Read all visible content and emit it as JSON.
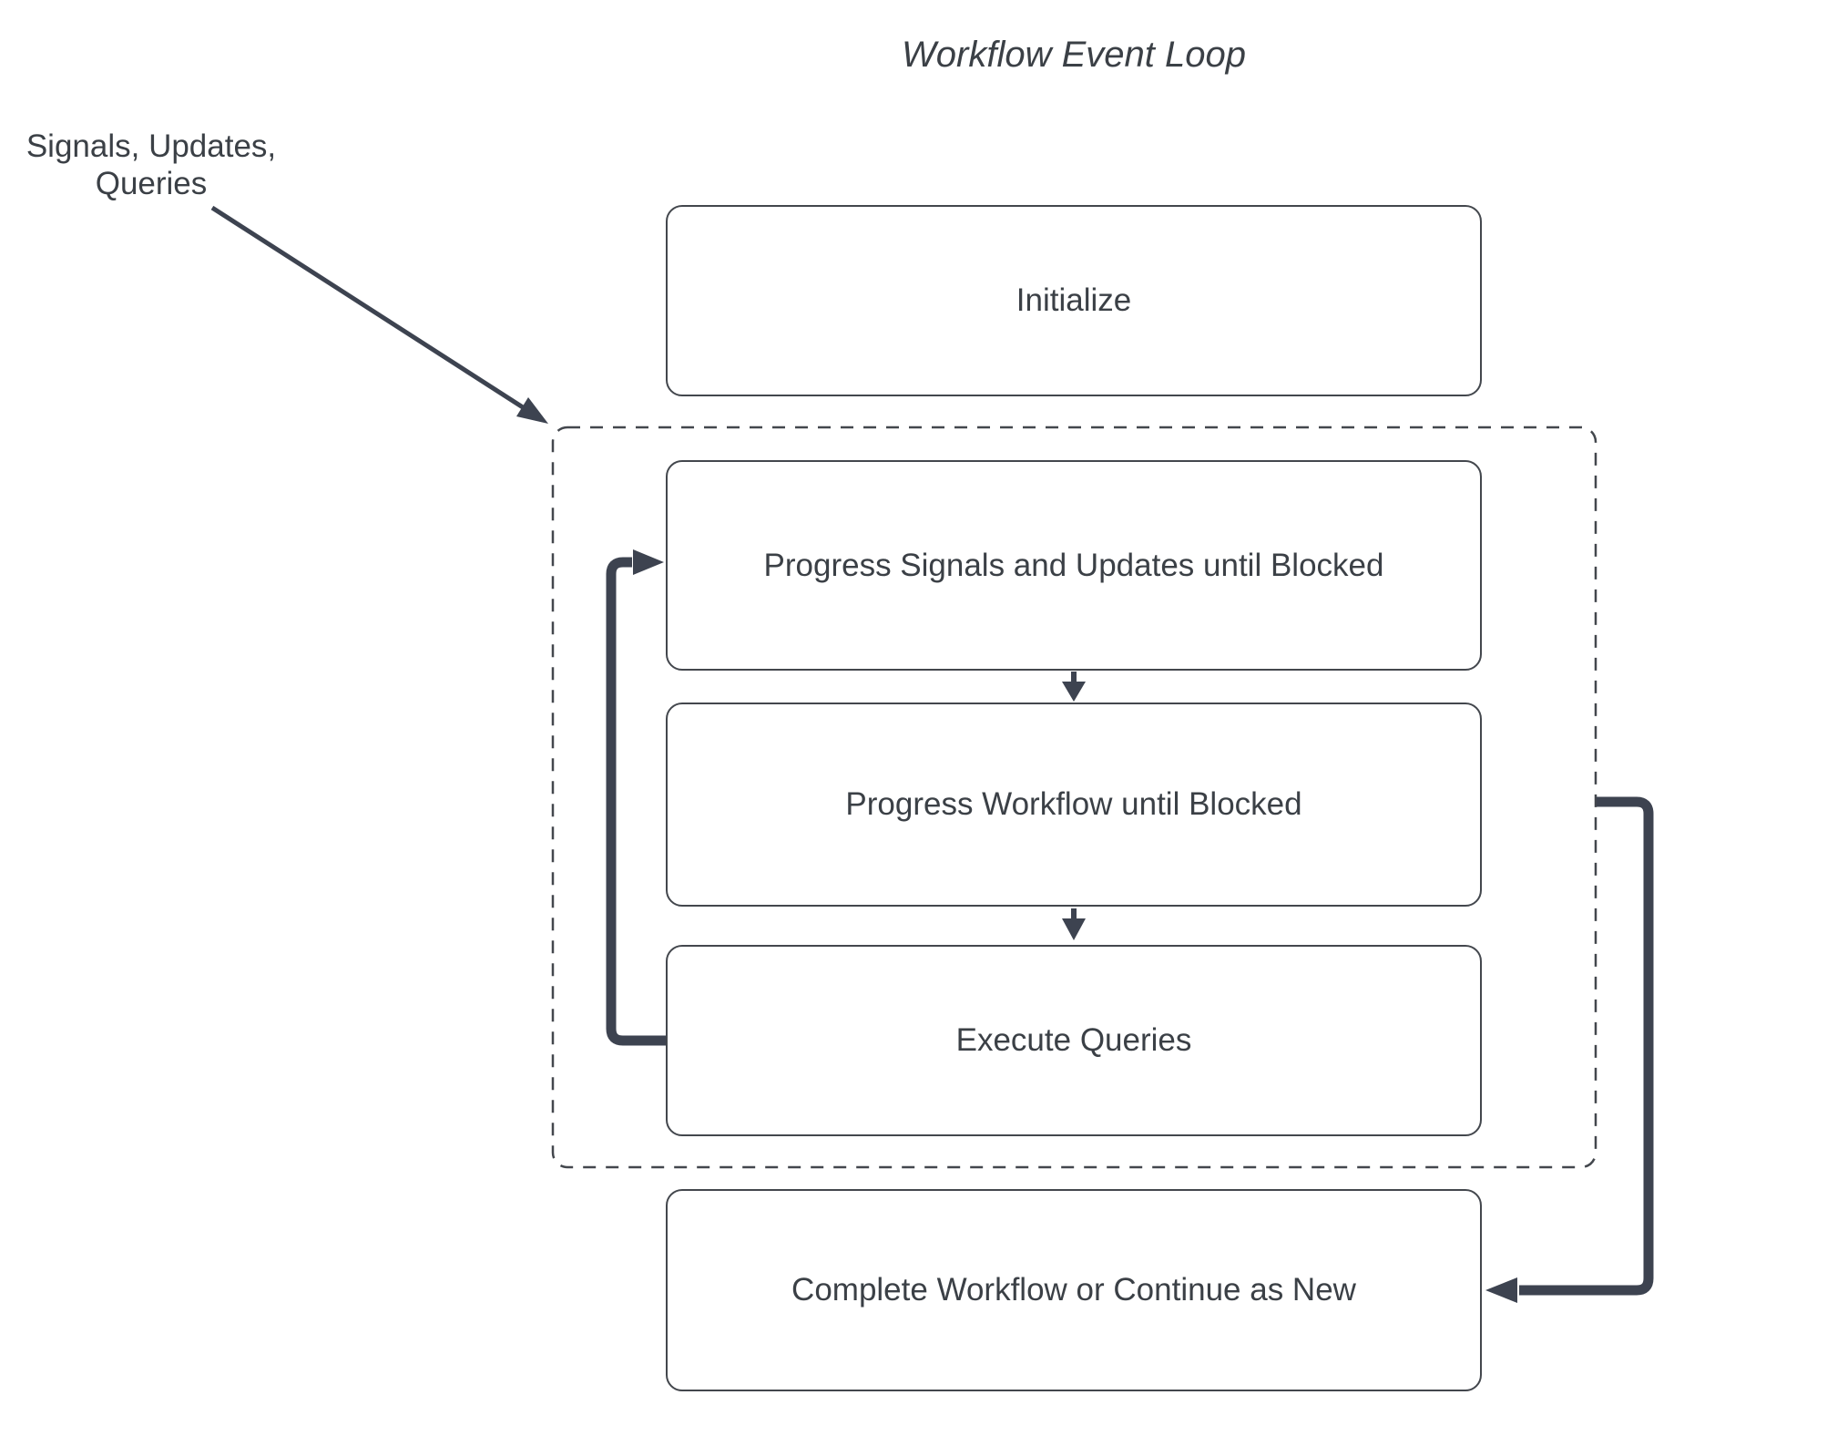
{
  "title": "Workflow Event Loop",
  "input_label": {
    "line1": "Signals, Updates,",
    "line2": "Queries"
  },
  "nodes": [
    {
      "id": "initialize",
      "label": "Initialize"
    },
    {
      "id": "progress-signals",
      "label": "Progress Signals and Updates until Blocked"
    },
    {
      "id": "progress-workflow",
      "label": "Progress Workflow until Blocked"
    },
    {
      "id": "execute-queries",
      "label": "Execute Queries"
    },
    {
      "id": "complete-workflow",
      "label": "Complete Workflow or Continue as New"
    }
  ],
  "colors": {
    "stroke": "#43474d",
    "connector": "#3d4350",
    "text": "#3b4046",
    "background": "#ffffff"
  }
}
